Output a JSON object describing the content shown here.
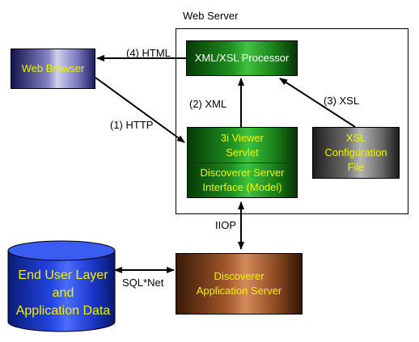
{
  "web_server": {
    "title": "Web Server"
  },
  "components": {
    "web_browser": "Web Browser",
    "xml_xsl_processor": "XML/XSL Processor",
    "servlet": {
      "line1": "3i Viewer",
      "line2": "Servlet"
    },
    "server_interface": {
      "line1": "Discoverer Server",
      "line2": "Interface (Model)"
    },
    "xsl_config": {
      "line1": "XSL",
      "line2": "Configuration",
      "line3": "File"
    },
    "app_server": {
      "line1": "Discoverer",
      "line2": "Application Server"
    },
    "database": {
      "line1": "End User Layer",
      "line2": "and",
      "line3": "Application Data"
    }
  },
  "connections": {
    "html": "(4) HTML",
    "http": "(1) HTTP",
    "xml": "(2) XML",
    "xsl": "(3) XSL",
    "iiop": "IIOP",
    "sqlnet": "SQL*Net"
  },
  "colors": {
    "label_text": "#f2f200",
    "browser": "#8686c8",
    "processor": "#1f8f1f",
    "xsl_file": "#6e6e6e",
    "app_server": "#a0562a",
    "database": "#1a3ad8"
  }
}
